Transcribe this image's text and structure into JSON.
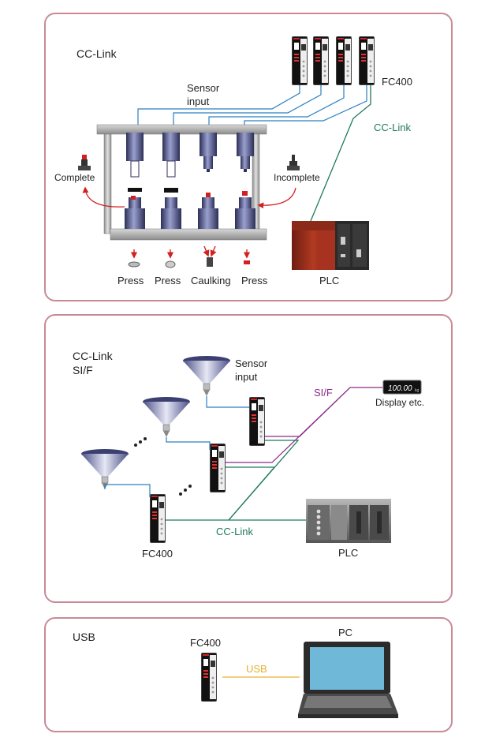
{
  "panel1": {
    "title": "CC-Link",
    "sensor_label_1": "Sensor",
    "sensor_label_2": "input",
    "fc400_label": "FC400",
    "link_label": "CC-Link",
    "complete_label": "Complete",
    "incomplete_label": "Incomplete",
    "plc_label": "PLC",
    "stations": [
      "Press",
      "Press",
      "Caulking",
      "Press"
    ]
  },
  "panel2": {
    "title_1": "CC-Link",
    "title_2": "SI/F",
    "sensor_label_1": "Sensor",
    "sensor_label_2": "input",
    "sif_label": "SI/F",
    "display_value": "100.00",
    "display_unit": "kg",
    "display_label": "Display etc.",
    "link_label": "CC-Link",
    "fc400_label": "FC400",
    "plc_label": "PLC"
  },
  "panel3": {
    "title": "USB",
    "fc400_label": "FC400",
    "usb_label": "USB",
    "pc_label": "PC"
  },
  "colors": {
    "panel_border": "#c98a96",
    "sensor_line": "#2a7fc0",
    "cclink_line": "#1f7a5a",
    "sif_line": "#8a2a8a",
    "usb_line": "#e8b230",
    "arrow_red": "#d02020"
  }
}
